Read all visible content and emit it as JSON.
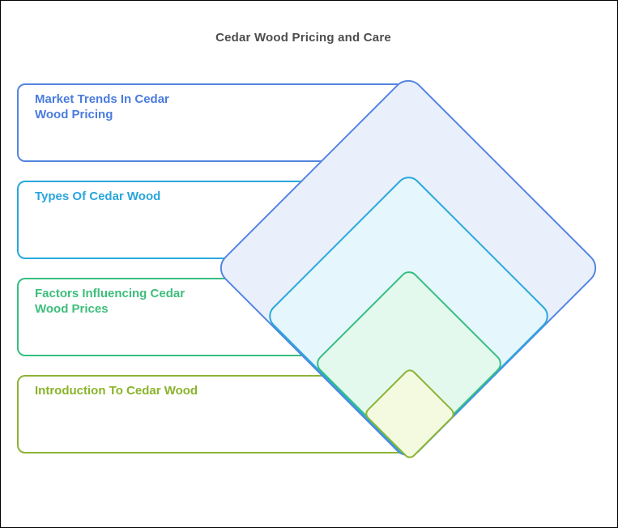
{
  "title": "Cedar Wood Pricing and Care",
  "items": [
    {
      "label": "Market Trends In Cedar\nWood Pricing",
      "text_color": "#4A7CDE",
      "border_color": "#5585E0",
      "fill_color": "#E9EFFB"
    },
    {
      "label": "Types Of Cedar Wood",
      "text_color": "#29A5DC",
      "border_color": "#29A8DC",
      "fill_color": "#E5F6FC"
    },
    {
      "label": "Factors Influencing Cedar\nWood Prices",
      "text_color": "#3DBE7B",
      "border_color": "#36BE80",
      "fill_color": "#E4F9EE"
    },
    {
      "label": "Introduction To Cedar Wood",
      "text_color": "#8AB32B",
      "border_color": "#8CB435",
      "fill_color": "#F4FADF"
    }
  ]
}
